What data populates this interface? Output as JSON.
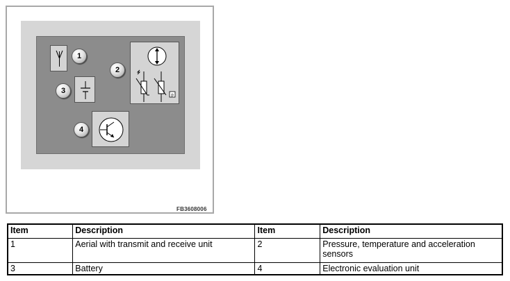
{
  "figure": {
    "code": "FB3608006",
    "callouts": [
      "1",
      "2",
      "3",
      "4"
    ],
    "icons": [
      "antenna-icon",
      "shock-sensor-icon",
      "thermistor-icon",
      "pressure-sensor-icon",
      "battery-icon",
      "transistor-icon"
    ]
  },
  "table": {
    "headers": [
      "Item",
      "Description",
      "Item",
      "Description"
    ],
    "rows": [
      [
        "1",
        "Aerial with transmit and receive unit",
        "2",
        "Pressure, temperature and acceleration sensors"
      ],
      [
        "3",
        "Battery",
        "4",
        "Electronic evaluation unit"
      ]
    ]
  }
}
